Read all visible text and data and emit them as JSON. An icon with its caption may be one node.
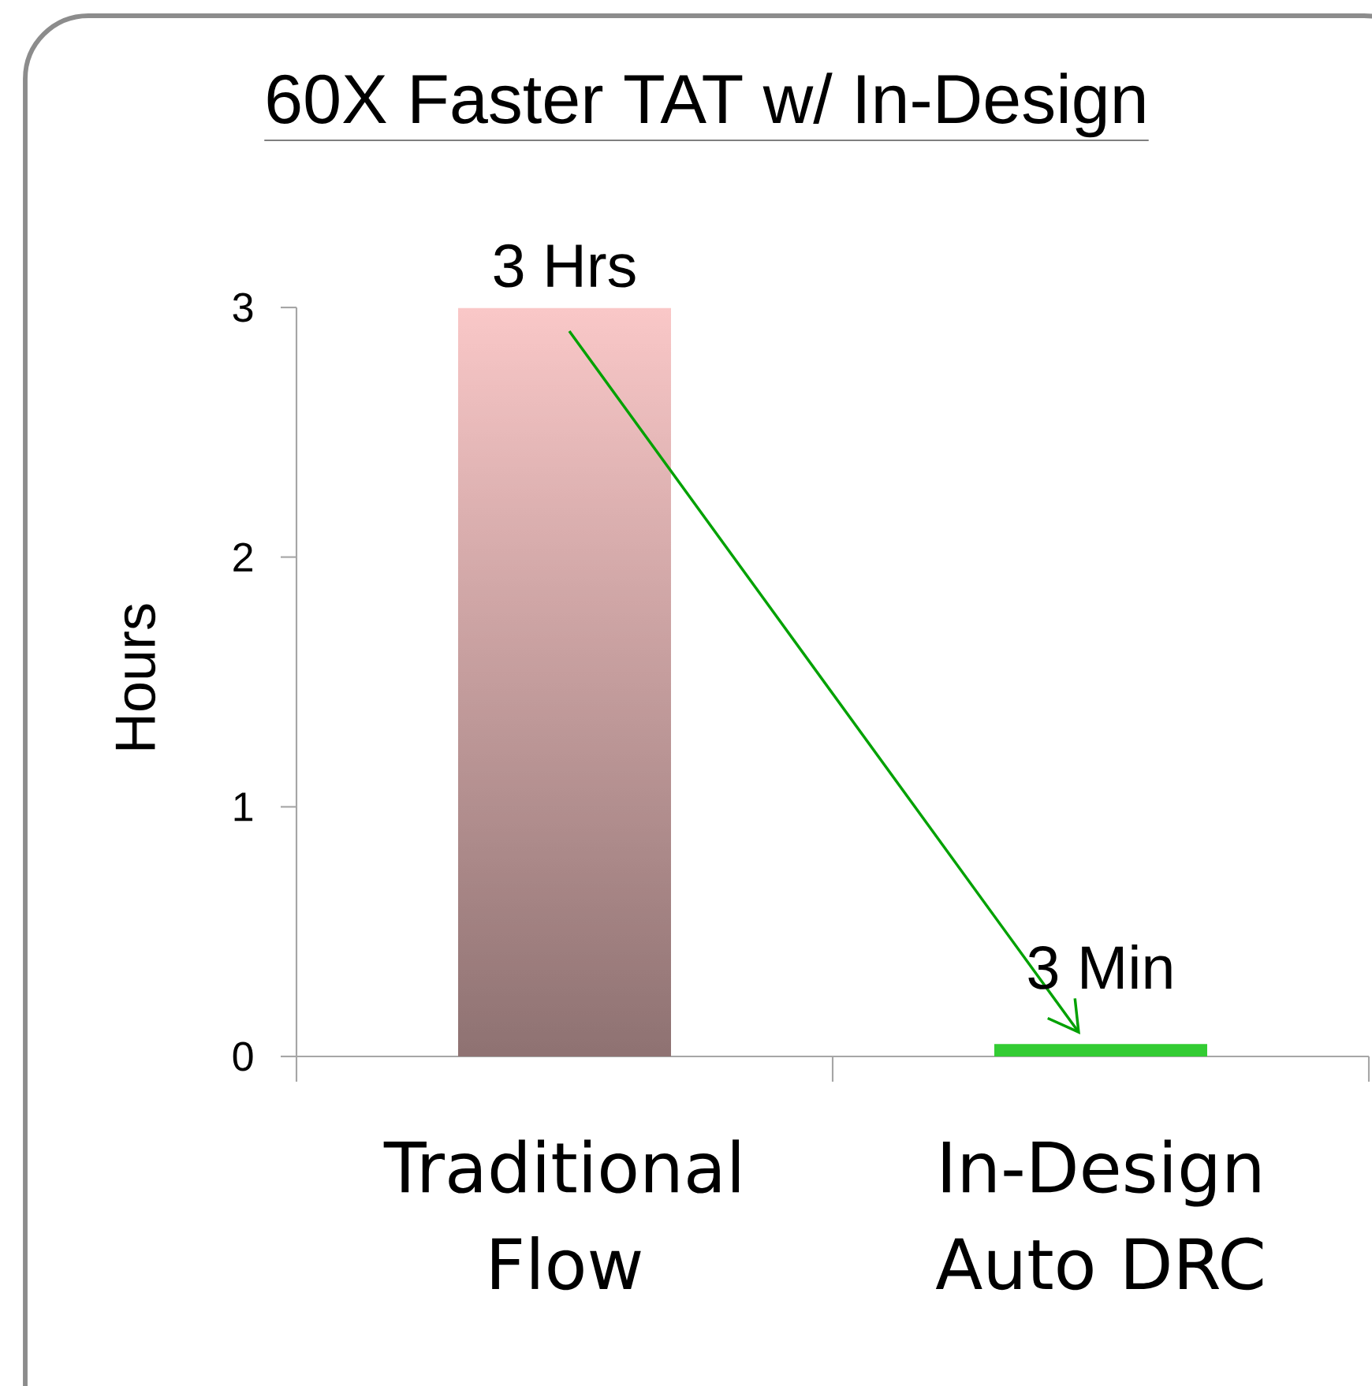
{
  "diagram": {
    "title": "60X Faster TAT w/ In-Design",
    "chart_data": {
      "type": "bar",
      "ylabel": "Hours",
      "categories": [
        "Traditional Flow",
        "In-Design Auto DRC"
      ],
      "series": [
        {
          "color": "#fac8c8",
          "values": [
            3,
            null
          ]
        },
        {
          "color": "#33cc33",
          "values": [
            null,
            0.05
          ]
        }
      ],
      "ylim": [
        0,
        3
      ],
      "yticks": [
        0,
        1,
        2,
        3
      ],
      "value_labels": [
        "3 Hrs",
        "3 Min"
      ]
    }
  }
}
